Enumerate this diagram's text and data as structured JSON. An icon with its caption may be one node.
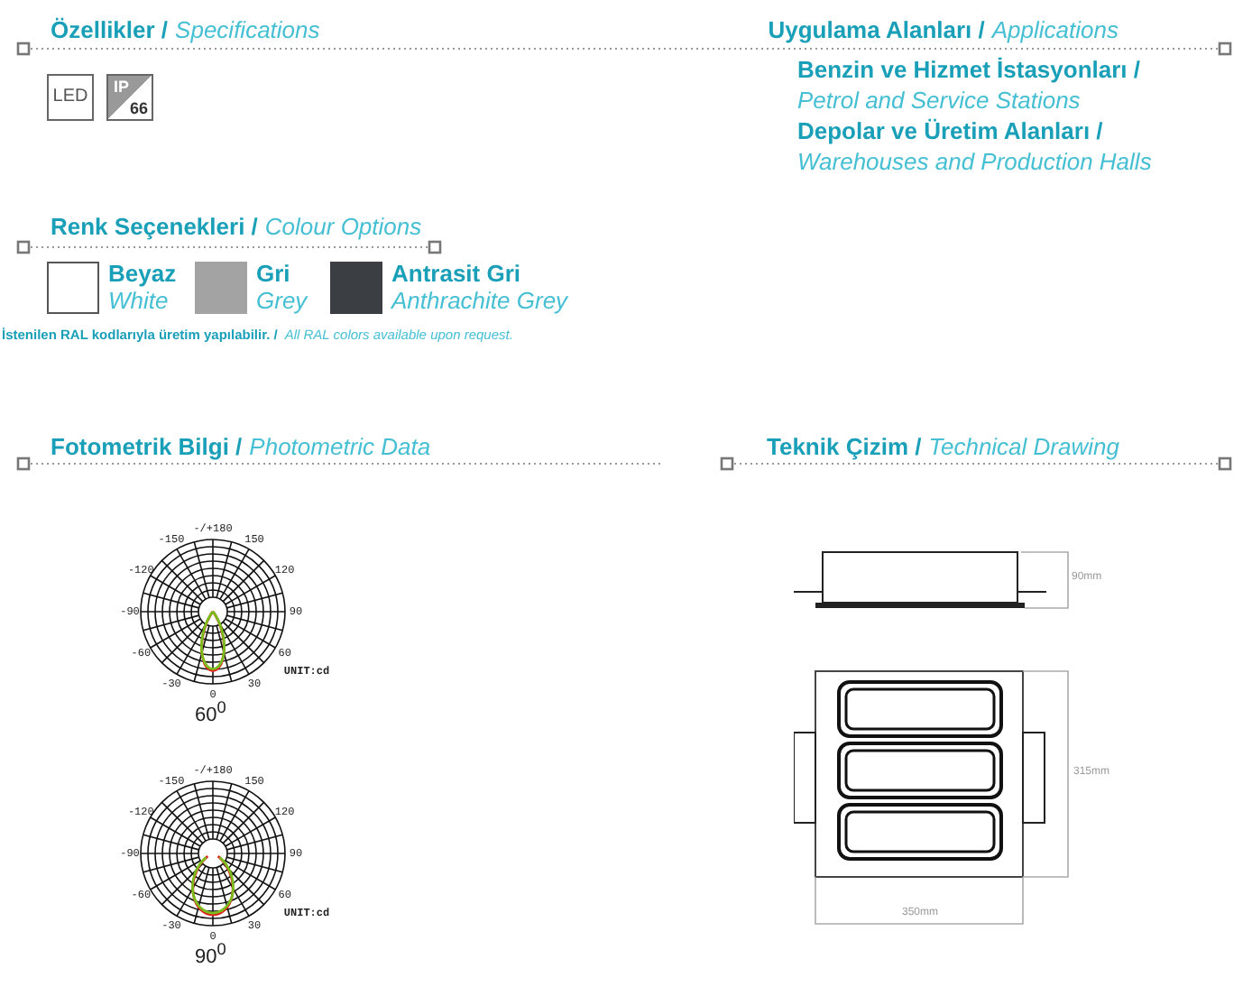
{
  "diagram": {
    "nodes": [
      {
        "text": [
          "LED"
        ]
      },
      {
        "text": [
          "IP",
          "66"
        ]
      },
      {
        "text": [
          "Beyaz",
          "White"
        ]
      },
      {
        "text": [
          "Gri",
          "Grey"
        ]
      },
      {
        "text": [
          "Antrasit Gri",
          "Anthrachite Grey"
        ]
      },
      {
        "text": [],
        "shape": "picture",
        "beside": [
          "60$^{0}$"
        ]
      },
      {
        "text": [],
        "shape": "picture",
        "beside": [
          "90$^{0}$"
        ]
      },
      {
        "text": [],
        "shape": "picture"
      },
      {
        "text": [],
        "shape": "picture"
      }
    ],
    "edges": [],
    "labels": [
      "Özellikler /",
      "Specifications",
      "Uygulama Alanları /",
      "Applications",
      "Benzin ve Hizmet İstasyonları /",
      "Petrol and Service Stations",
      "Depolar ve Üretim Alanları /",
      "Warehouses and Production Halls",
      "Renk Seçenekleri /",
      "Colour Options",
      "İstenilen RAL kodlarıyla üretim yapılabilir. /",
      "All RAL colors available upon request.",
      "Fotometrik Bilgi /",
      "Photometric Data",
      "Teknik Çizim /",
      "Technical Drawing",
      "-/+180",
      "-150",
      "150",
      "-120",
      "120",
      "-90",
      "90",
      "-60",
      "60",
      "-30",
      "30",
      "0",
      "UNIT:cd",
      "-/+180",
      "-150",
      "150",
      "-120",
      "120",
      "-90",
      "90",
      "-60",
      "60",
      "-30",
      "30",
      "0",
      "UNIT:cd",
      "90mm",
      "315mm",
      "350mm"
    ]
  }
}
